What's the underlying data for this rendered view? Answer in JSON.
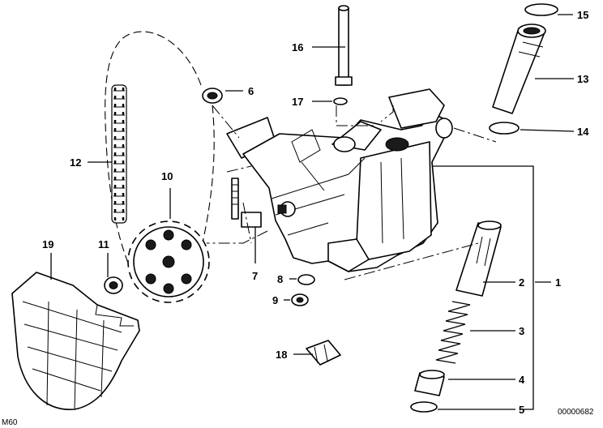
{
  "labels": {
    "p1": "1",
    "p2": "2",
    "p3": "3",
    "p4": "4",
    "p5": "5",
    "p6": "6",
    "p7": "7",
    "p8": "8",
    "p9": "9",
    "p10": "10",
    "p11": "11",
    "p12": "12",
    "p13": "13",
    "p14": "14",
    "p15": "15",
    "p16": "16",
    "p17": "17",
    "p18": "18",
    "p19": "19"
  },
  "corner_left": "M60",
  "corner_right": "00000682"
}
